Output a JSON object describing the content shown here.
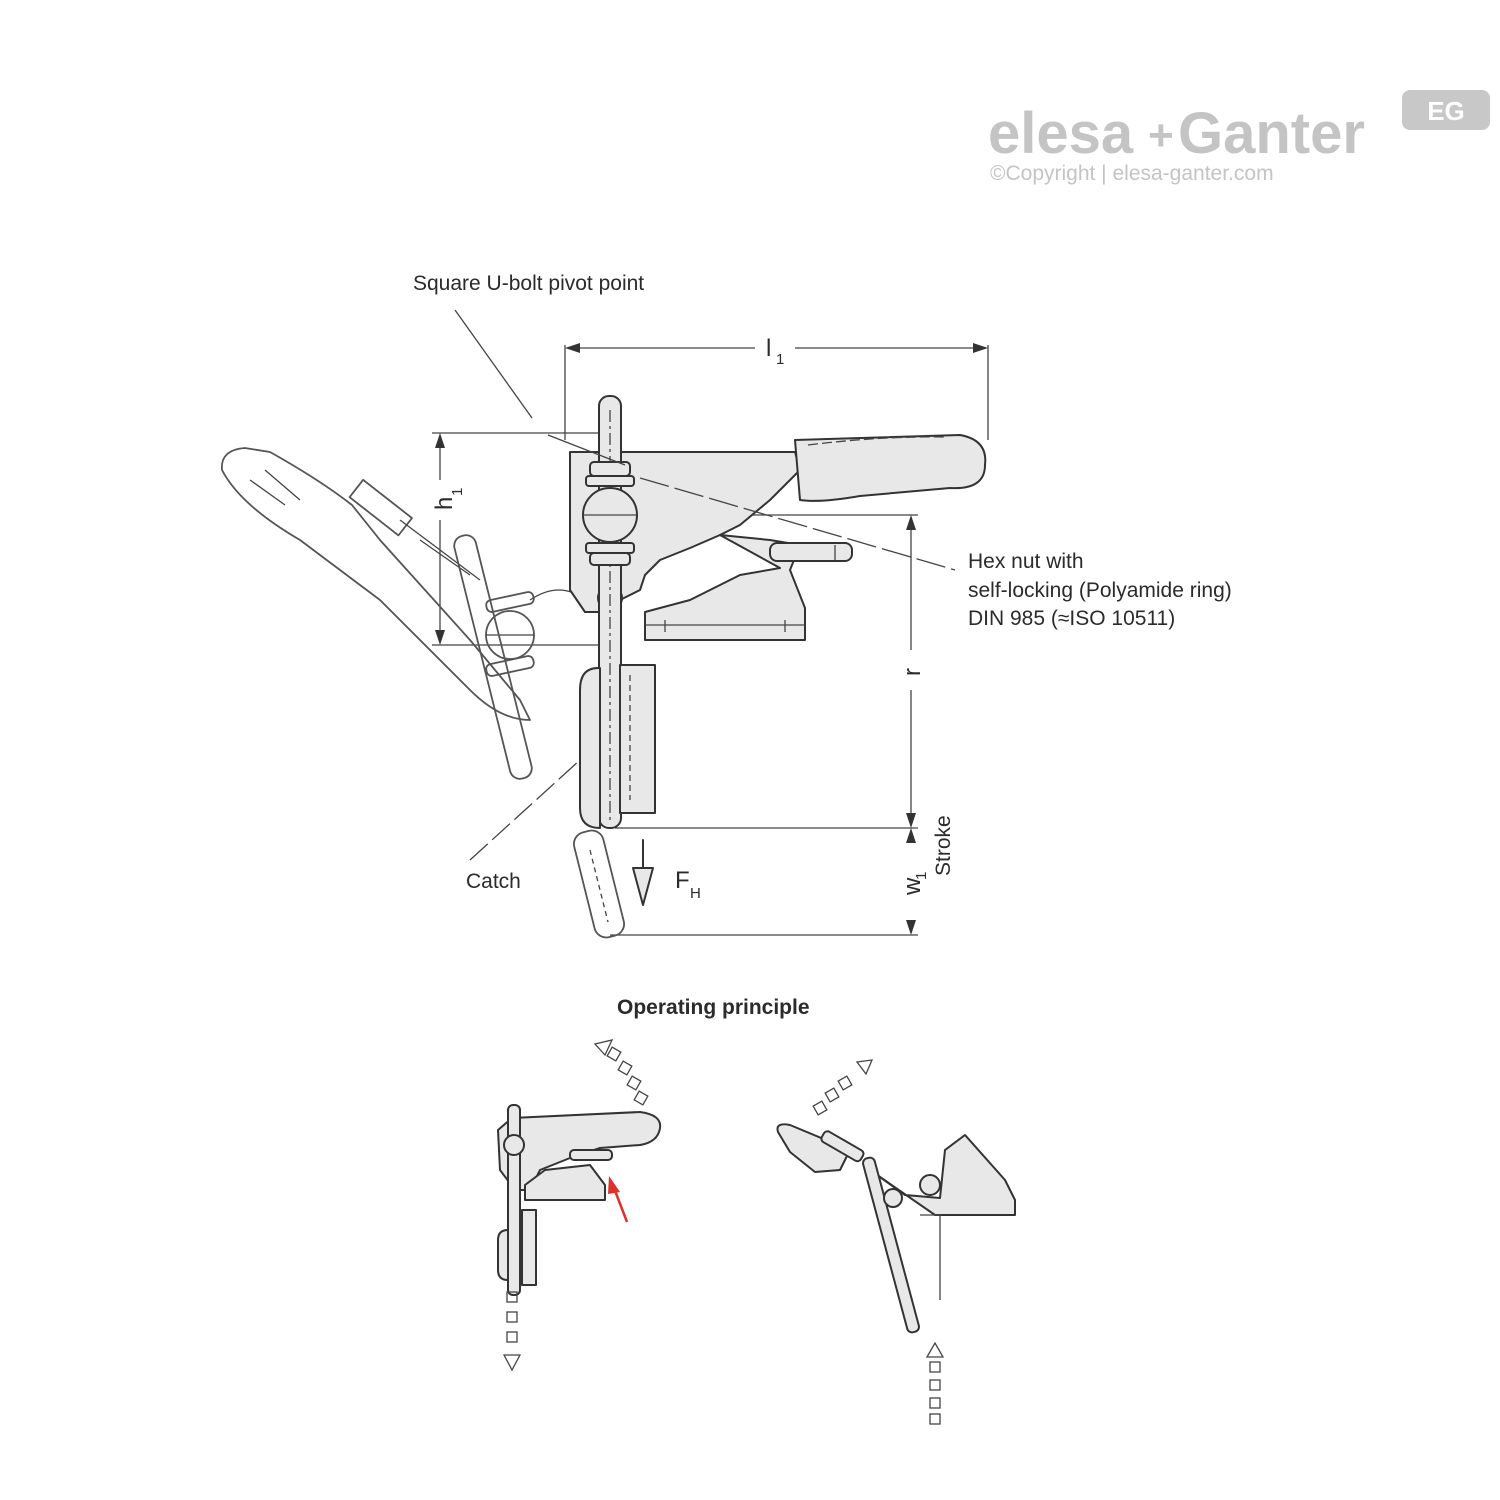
{
  "logo": {
    "badge": "EG",
    "brand_left": "elesa",
    "brand_plus": "+",
    "brand_right": "Ganter",
    "copyright": "©Copyright | elesa-ganter.com"
  },
  "labels": {
    "pivot_point": "Square U-bolt pivot point",
    "hex_nut_line1": "Hex nut with",
    "hex_nut_line2": "self-locking (Polyamide ring)",
    "hex_nut_line3": "DIN 985 (≈ISO 10511)",
    "catch": "Catch",
    "stroke": "Stroke"
  },
  "dimensions": {
    "l1": "l",
    "l1_sub": "1",
    "h1": "h",
    "h1_sub": "1",
    "r": "r",
    "w1": "w",
    "w1_sub": "1",
    "fh": "F",
    "fh_sub": "H"
  },
  "operating": {
    "title": "Operating principle"
  },
  "colors": {
    "accent_arrow": "#e0302a",
    "logo_gray": "#c4c4c4"
  }
}
